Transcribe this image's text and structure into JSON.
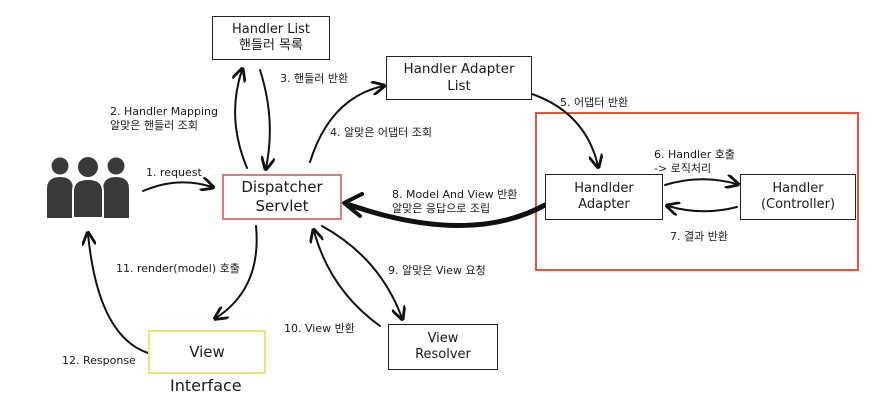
{
  "nodes": {
    "handler_list": {
      "line1": "Handler List",
      "line2": "핸들러 목록"
    },
    "handler_adapter_list": {
      "line1": "Handler Adapter",
      "line2": "List"
    },
    "dispatcher": {
      "line1": "Dispatcher",
      "line2": "Servlet"
    },
    "handler_adapter": {
      "line1": "Handlder",
      "line2": "Adapter"
    },
    "handler": {
      "line1": "Handler",
      "line2": "(Controller)"
    },
    "view": {
      "line1": "View"
    },
    "view_resolver": {
      "line1": "View",
      "line2": "Resolver"
    },
    "interface_label": "Interface"
  },
  "edges": {
    "e1": "1. request",
    "e2": {
      "line1": "2. Handler Mapping",
      "line2": "알맞은 핸들러 조회"
    },
    "e3": "3. 핸들러  반환",
    "e4": "4. 알맞은 어댑터 조회",
    "e5": "5. 어댑터 반환",
    "e6": {
      "line1": "6. Handler 호출",
      "line2": "-> 로직처리"
    },
    "e7": "7. 결과 반환",
    "e8": {
      "line1": "8. Model And View 반환",
      "line2": "알맞은 응답으로 조립"
    },
    "e9": "9. 알맞은 View 요청",
    "e10": "10. View 반환",
    "e11": "11. render(model) 호출",
    "e12": "12. Response"
  },
  "colors": {
    "highlight_frame": "#e8513a",
    "dispatcher_border": "#e07a7a",
    "view_border": "#f2e27a",
    "users_icon": "#3a3a3a",
    "stroke": "#111111"
  },
  "icons": {
    "users": "users-group-icon"
  }
}
